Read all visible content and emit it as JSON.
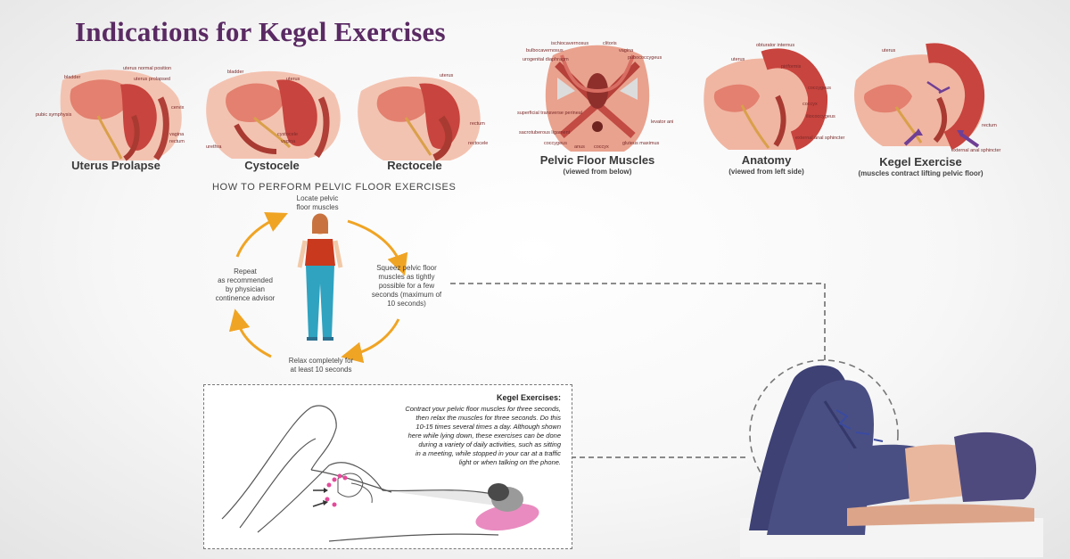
{
  "title": "Indications for Kegel Exercises",
  "panels": [
    {
      "caption": "Uterus Prolapse",
      "subcaption": "",
      "labels": [
        "bladder",
        "uterus normal position",
        "uterus prolapsed",
        "pubic symphysis",
        "cervix",
        "vagina",
        "rectum"
      ]
    },
    {
      "caption": "Cystocele",
      "subcaption": "",
      "labels": [
        "bladder",
        "uterus",
        "urethra",
        "cystocele",
        "vagina"
      ]
    },
    {
      "caption": "Rectocele",
      "subcaption": "",
      "labels": [
        "uterus",
        "rectum",
        "rectocele"
      ]
    },
    {
      "caption": "Pelvic Floor Muscles",
      "subcaption": "(viewed from below)",
      "labels": [
        "ischiocavernosus",
        "clitoris",
        "vagina",
        "bulbocavernosus",
        "pubococcygeus",
        "urogenital diaphragm",
        "superficial transverse perineal",
        "levator ani",
        "sacrotuberous ligament",
        "coccygeus",
        "anus",
        "coccyx",
        "gluteus maximus"
      ]
    },
    {
      "caption": "Anatomy",
      "subcaption": "(viewed from left side)",
      "labels": [
        "obturator internus",
        "uterus",
        "piriformis",
        "coccygeus",
        "coccyx",
        "iliococcygeus",
        "external anal sphincter"
      ]
    },
    {
      "caption": "Kegel Exercise",
      "subcaption": "(muscles contract lifting pelvic floor)",
      "labels": [
        "uterus",
        "rectum",
        "external anal sphincter"
      ]
    }
  ],
  "howto": {
    "title": "HOW TO PERFORM PELVIC FLOOR EXERCISES",
    "steps": [
      [
        "Locate pelvic",
        "floor muscles"
      ],
      [
        "Squeez pelvic floor",
        "muscles as tightly",
        "possible for a few",
        "seconds (maximum of",
        "10 seconds)"
      ],
      [
        "Relax completely for",
        "at least 10 seconds"
      ],
      [
        "Repeat",
        "as recommended",
        "by physician",
        "continence advisor"
      ]
    ]
  },
  "kegel": {
    "title": "Kegel Exercises:",
    "lines": [
      "Contract your pelvic floor muscles for three seconds,",
      "then relax the muscles for three seconds.  Do this",
      "10-15 times several times a day.  Although shown",
      "here while lying down, these exercises can be done",
      "during a variety of daily activities, such as sitting",
      "in a meeting, while stopped in your car at a traffic",
      "light or when talking on the phone."
    ]
  },
  "colors": {
    "title": "#5a2a63",
    "anatomy_red": "#c8443e",
    "anatomy_pink": "#f1b6a5",
    "arrow_orange": "#f0a424",
    "shirt": "#c8391d",
    "pants": "#2fa3c0",
    "jeans": "#4a4f83",
    "purple_arrow": "#6f3f95"
  }
}
